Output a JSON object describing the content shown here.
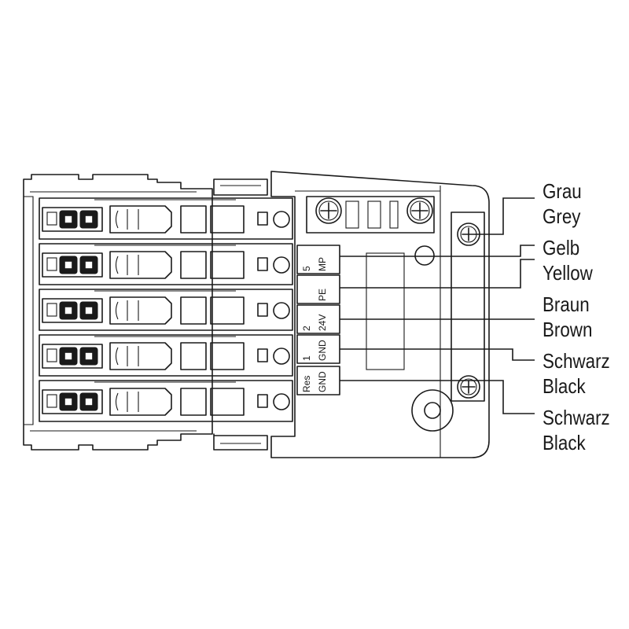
{
  "wire_labels": [
    {
      "de": "Grau",
      "en": "Grey"
    },
    {
      "de": "Gelb",
      "en": "Yellow"
    },
    {
      "de": "Braun",
      "en": "Brown"
    },
    {
      "de": "Schwarz",
      "en": "Black"
    },
    {
      "de": "Schwarz",
      "en": "Black"
    }
  ],
  "terminals": [
    {
      "top": "",
      "bottom": ""
    },
    {
      "top": "5",
      "bottom": "MP"
    },
    {
      "top": "",
      "bottom": "PE"
    },
    {
      "top": "2",
      "bottom": "24V"
    },
    {
      "top": "1",
      "bottom": "GND"
    },
    {
      "top": "Res",
      "bottom": "GND"
    }
  ],
  "colors": {
    "line": "#1a1a1a",
    "background": "#ffffff"
  }
}
